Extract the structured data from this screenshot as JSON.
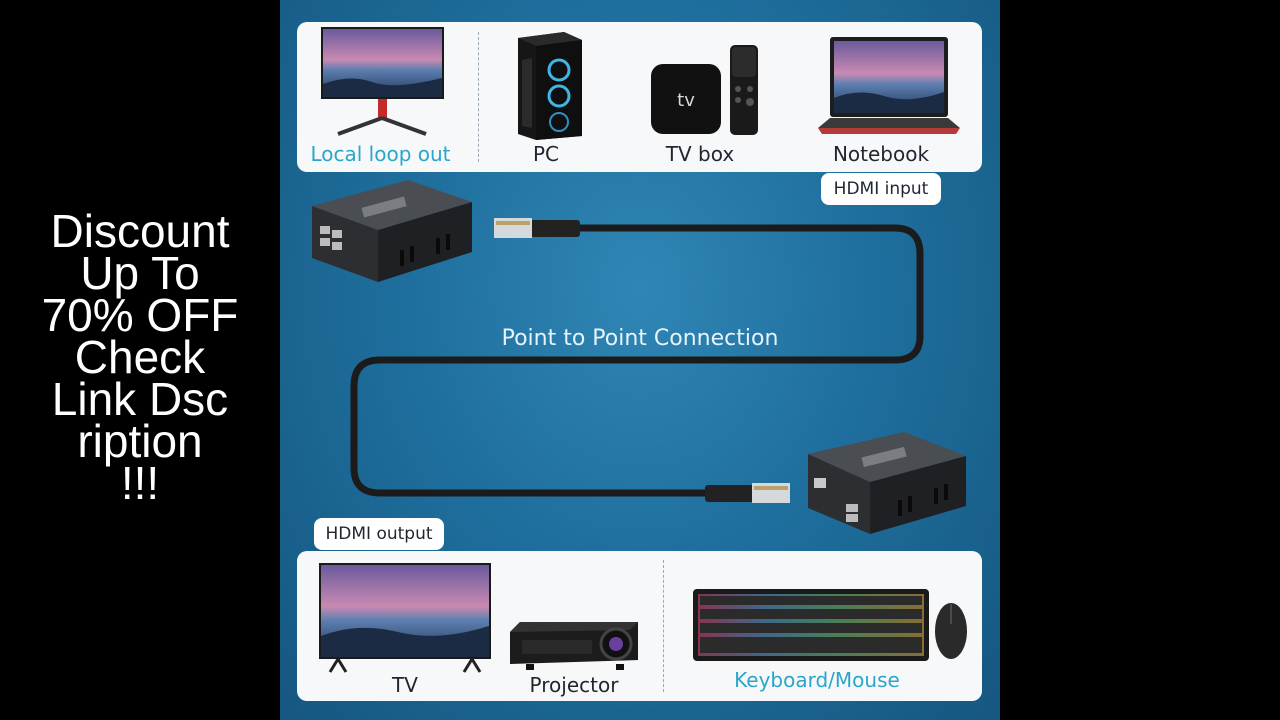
{
  "promo": {
    "lines": [
      "Discount",
      "Up To",
      "70% OFF",
      "Check",
      "Link Dsc",
      "ription",
      "!!!"
    ]
  },
  "top_panel": {
    "local_loop_out": "Local loop out",
    "pc": "PC",
    "tv_box": "TV box",
    "tv_box_logo": "tv",
    "notebook": "Notebook",
    "hdmi_input": "HDMI input"
  },
  "connection_label": "Point to Point Connection",
  "bottom_panel": {
    "hdmi_output": "HDMI output",
    "tv": "TV",
    "projector": "Projector",
    "keyboard_mouse": "Keyboard/Mouse"
  },
  "colors": {
    "accent": "#2aa6c9",
    "stage_blue": "#1f6f9e",
    "panel": "#f7f8fa"
  }
}
